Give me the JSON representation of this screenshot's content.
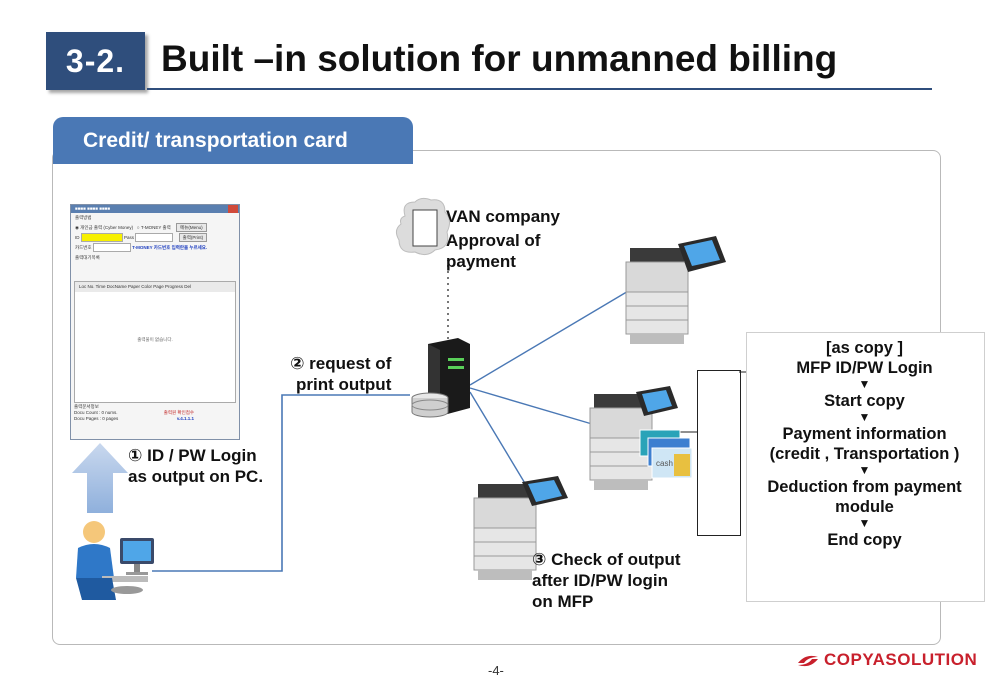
{
  "header": {
    "section_number": "3-2.",
    "title": "Built –in solution for unmanned billing"
  },
  "panel": {
    "tab_label": "Credit/ transportation card"
  },
  "software_window": {
    "title": "■■■■ ■■■■ ■■■■",
    "section_pay": "출력방법",
    "option_cyber": "◉ 개인금 출력 (Cyber Money)",
    "option_tmoney": "○ T-MONEY 출력",
    "btn_menu": "메뉴(Menu)",
    "id_label": "ID",
    "pass_label": "Pass",
    "btn_print": "출력(Print)",
    "card_label": "카드번호",
    "card_notice": "T-MONEY 카드번호 입력란을 누르세요.",
    "list_title": "출력대기목록",
    "columns": "Loc No.  Time  DocName  Paper Color  Page Progress  Del",
    "empty_text": "출력물이 없습니다.",
    "footer_title": "출력문서정보",
    "doc_count": "Docu Count :  0 nums.",
    "doc_pages": "Docu Pages :  0 pages",
    "footer_status": "출력원 확인접수",
    "version": "v.4.1.1.1"
  },
  "steps": {
    "step1_line1": "① ID / PW Login",
    "step1_line2": "as output on PC.",
    "step2_line1": "② request of",
    "step2_line2": "print output",
    "step3_line1": "③ Check of output",
    "step3_line2": "after ID/PW login",
    "step3_line3": "on MFP"
  },
  "van": {
    "line1": "VAN company",
    "line2": "Approval of",
    "line3": "payment"
  },
  "flow": {
    "header": "[as copy ]",
    "items": [
      "MFP  ID/PW Login",
      "Start copy",
      "Payment information",
      "(credit , Transportation )",
      "Deduction from payment",
      "module",
      "End copy"
    ],
    "arrow": "▼"
  },
  "footer": {
    "page_number": "-4-",
    "logo_text": "COPYASOLUTION"
  },
  "colors": {
    "brand_dark_blue": "#2f4e7c",
    "tab_blue": "#4a78b5",
    "connector_blue": "#4a78b5",
    "logo_red": "#c8202c"
  }
}
